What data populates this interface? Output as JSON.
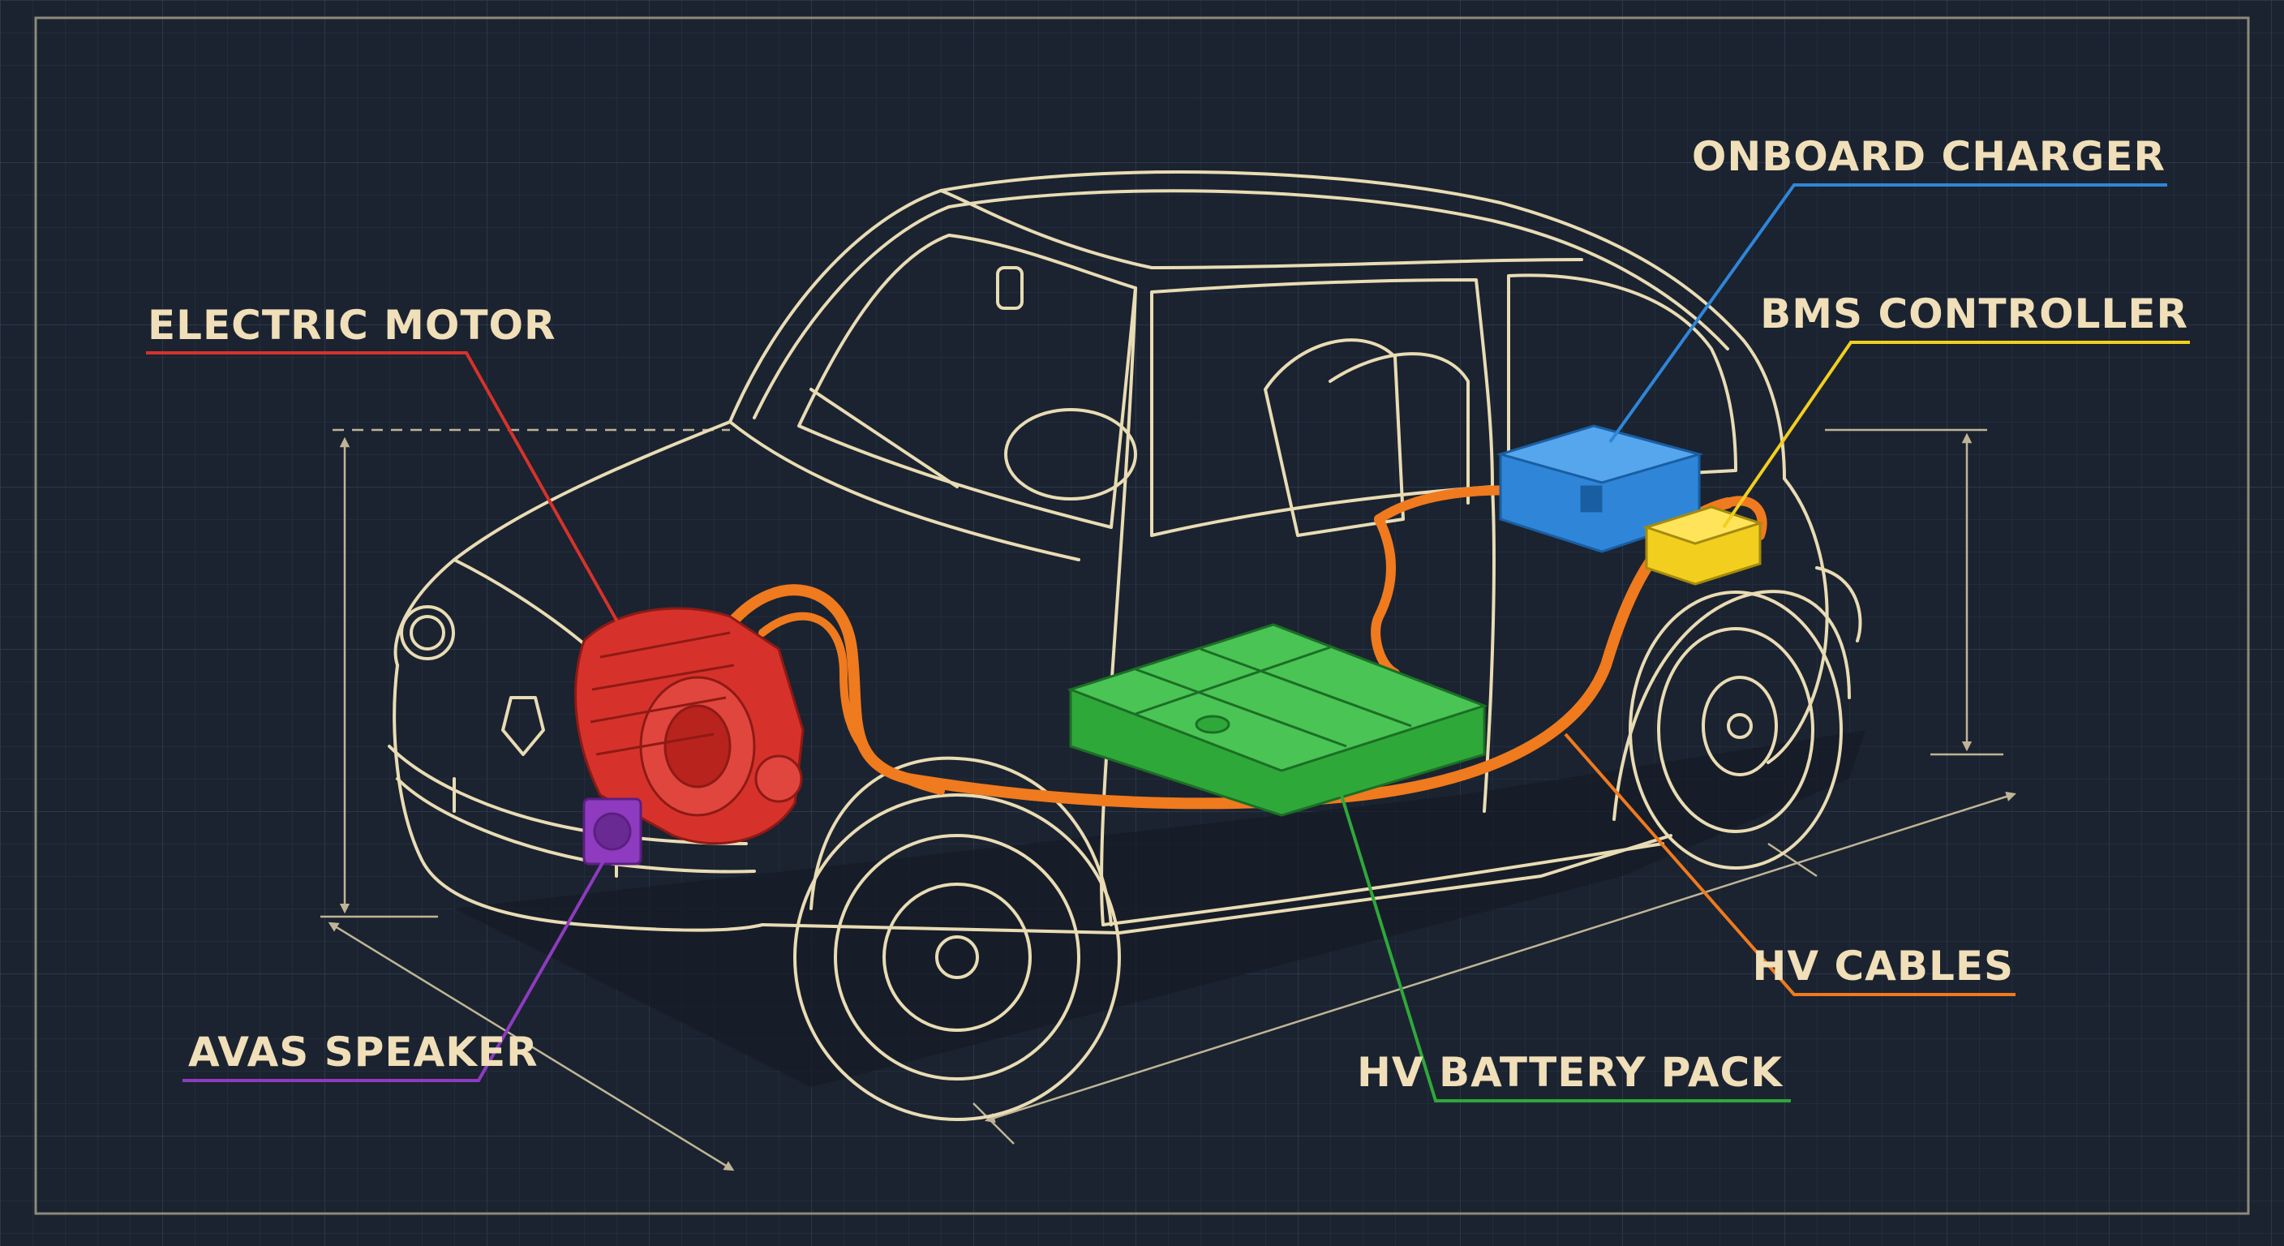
{
  "colors": {
    "background": "#1b2330",
    "grid": "#2a3444",
    "outline": "#e9dcb4",
    "label_text": "#f0dfb8",
    "motor": "#d6322b",
    "charger": "#2f86d8",
    "bms": "#f2cf1e",
    "battery": "#2fa83a",
    "cables": "#f07a1e",
    "speaker": "#8e3bbf"
  },
  "components": {
    "electric_motor": {
      "label": "ELECTRIC MOTOR",
      "icon": "electric-motor-icon"
    },
    "onboard_charger": {
      "label": "ONBOARD CHARGER",
      "icon": "charger-box-icon"
    },
    "bms_controller": {
      "label": "BMS CONTROLLER",
      "icon": "controller-box-icon"
    },
    "hv_cables": {
      "label": "HV CABLES",
      "icon": "cable-icon"
    },
    "hv_battery_pack": {
      "label": "HV BATTERY PACK",
      "icon": "battery-pack-icon"
    },
    "avas_speaker": {
      "label": "AVAS SPEAKER",
      "icon": "speaker-icon"
    }
  }
}
